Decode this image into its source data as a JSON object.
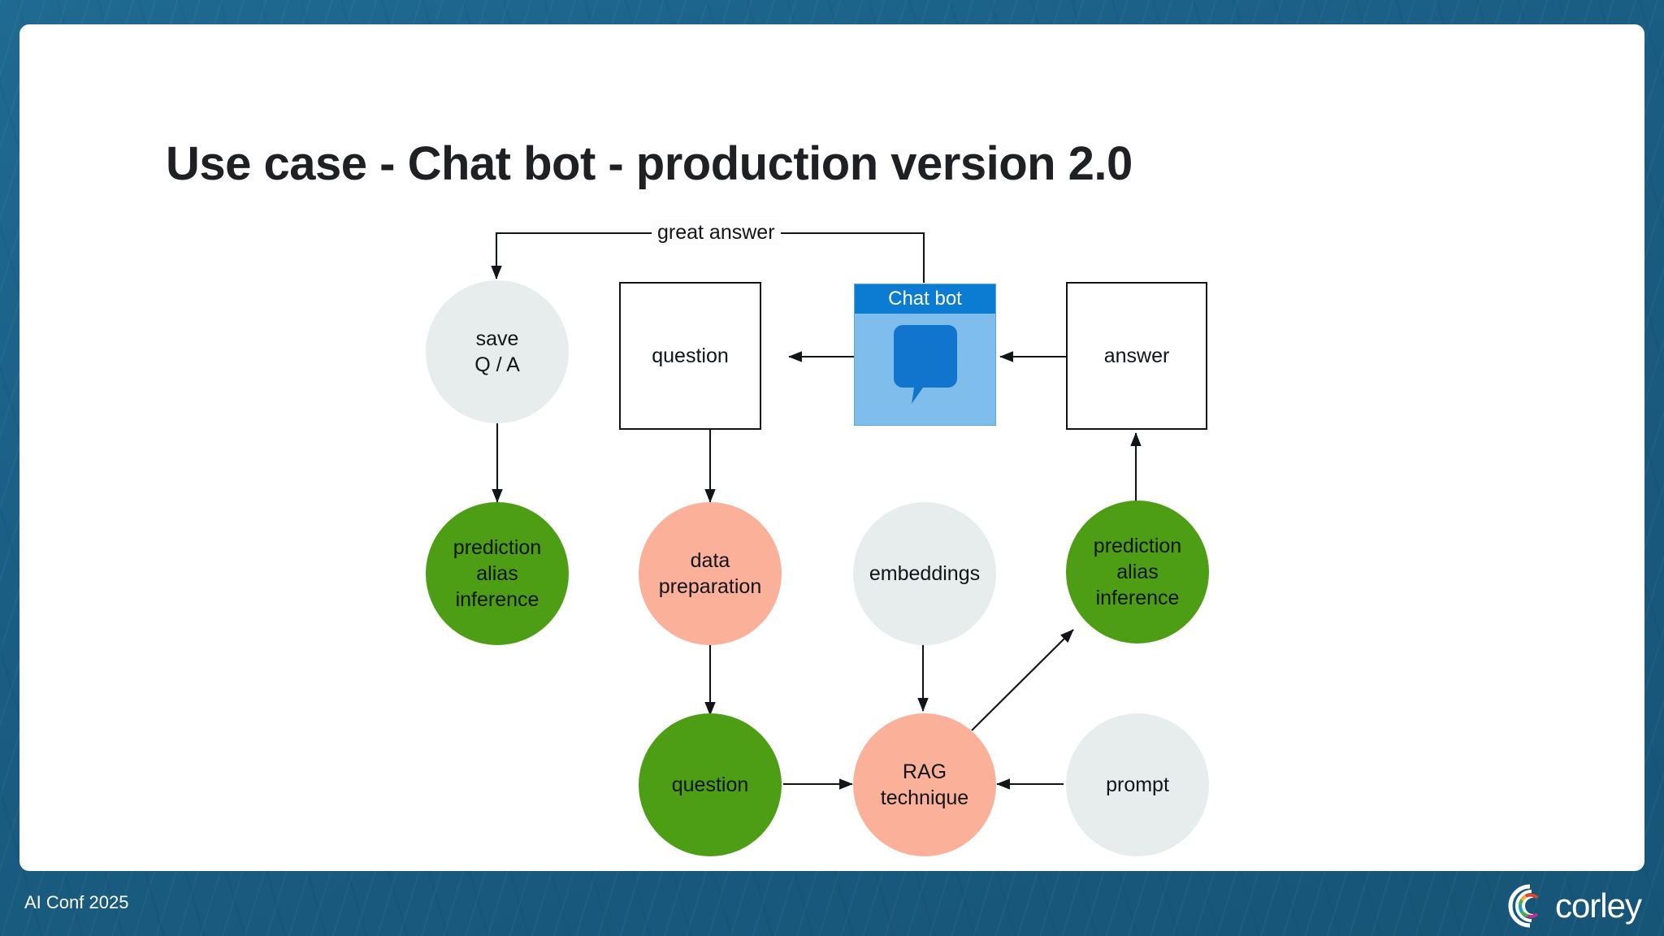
{
  "slide": {
    "title": "Use case - Chat bot - production version 2.0"
  },
  "footer": {
    "left_text": "AI Conf 2025",
    "brand_name": "corley",
    "logo_icon": "corley-c-mark-icon"
  },
  "diagram": {
    "type": "flowchart",
    "nodes": [
      {
        "id": "save_qa",
        "label": "save\nQ / A",
        "shape": "circle",
        "fill": "#e7ecec",
        "text_color": "#111418"
      },
      {
        "id": "question_box",
        "label": "question",
        "shape": "rect",
        "fill": "#ffffff",
        "text_color": "#111418"
      },
      {
        "id": "chatbot",
        "label": "Chat bot",
        "shape": "window",
        "fill": "#7fbdec",
        "header_fill": "#0c7bd2",
        "text_color": "#ffffff",
        "icon": "speech-bubble-icon"
      },
      {
        "id": "answer_box",
        "label": "answer",
        "shape": "rect",
        "fill": "#ffffff",
        "text_color": "#111418"
      },
      {
        "id": "pred_left",
        "label": "prediction\nalias\ninference",
        "shape": "circle",
        "fill": "#4d9e14",
        "text_color": "#111418"
      },
      {
        "id": "data_prep",
        "label": "data\npreparation",
        "shape": "circle",
        "fill": "#fbb09a",
        "text_color": "#111418"
      },
      {
        "id": "embeddings",
        "label": "embeddings",
        "shape": "circle",
        "fill": "#e7ecec",
        "text_color": "#111418"
      },
      {
        "id": "pred_right",
        "label": "prediction\nalias\ninference",
        "shape": "circle",
        "fill": "#4d9e14",
        "text_color": "#111418"
      },
      {
        "id": "question_green",
        "label": "question",
        "shape": "circle",
        "fill": "#4d9e14",
        "text_color": "#111418"
      },
      {
        "id": "rag",
        "label": "RAG\ntechnique",
        "shape": "circle",
        "fill": "#fbb09a",
        "text_color": "#111418"
      },
      {
        "id": "prompt",
        "label": "prompt",
        "shape": "circle",
        "fill": "#e7ecec",
        "text_color": "#111418"
      }
    ],
    "edges": [
      {
        "from": "chatbot",
        "to": "save_qa",
        "label": "great answer"
      },
      {
        "from": "chatbot",
        "to": "question_box",
        "label": ""
      },
      {
        "from": "answer_box",
        "to": "chatbot",
        "label": ""
      },
      {
        "from": "save_qa",
        "to": "pred_left",
        "label": ""
      },
      {
        "from": "question_box",
        "to": "data_prep",
        "label": ""
      },
      {
        "from": "data_prep",
        "to": "question_green",
        "label": ""
      },
      {
        "from": "embeddings",
        "to": "rag",
        "label": ""
      },
      {
        "from": "question_green",
        "to": "rag",
        "label": ""
      },
      {
        "from": "prompt",
        "to": "rag",
        "label": ""
      },
      {
        "from": "rag",
        "to": "pred_right",
        "label": ""
      },
      {
        "from": "pred_right",
        "to": "answer_box",
        "label": ""
      }
    ],
    "labels": {
      "great_answer": "great answer"
    }
  },
  "node_text": {
    "save_qa_line1": "save",
    "save_qa_line2": "Q / A",
    "question_box": "question",
    "chatbot_title": "Chat bot",
    "answer_box": "answer",
    "pred_left_line1": "prediction",
    "pred_left_line2": "alias",
    "pred_left_line3": "inference",
    "data_prep_line1": "data",
    "data_prep_line2": "preparation",
    "embeddings": "embeddings",
    "pred_right_line1": "prediction",
    "pred_right_line2": "alias",
    "pred_right_line3": "inference",
    "question_green": "question",
    "rag_line1": "RAG",
    "rag_line2": "technique",
    "prompt": "prompt"
  },
  "colors": {
    "slide_bg": "#1b5f85",
    "card_bg": "#ffffff",
    "green": "#4d9e14",
    "peach": "#fbb09a",
    "grey": "#e7ecec",
    "chat_header_blue": "#0c7bd2",
    "chat_body_blue": "#7fbdec",
    "stroke": "#111418"
  }
}
